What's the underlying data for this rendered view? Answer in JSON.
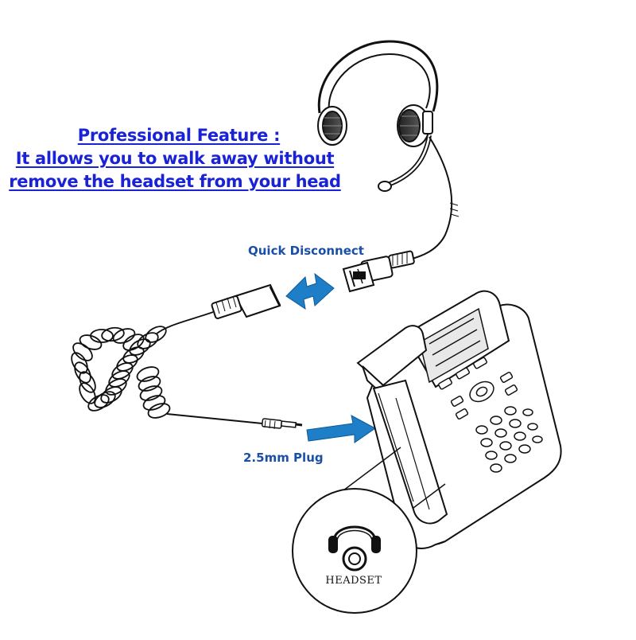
{
  "headline": {
    "line1": "Professional Feature :",
    "line2": "It allows you to walk away without",
    "line3": "remove the headset from your head"
  },
  "labels": {
    "quick_disconnect": "Quick Disconnect",
    "plug": "2.5mm Plug",
    "headset_port": "HEADSET"
  },
  "colors": {
    "headline_text": "#1a22d6",
    "label_text": "#1a4fa8",
    "arrow_fill": "#1e7fc8",
    "line_art": "#111111"
  },
  "icons": {
    "headset": "headset-icon",
    "arrows": "double-arrow-icon"
  }
}
